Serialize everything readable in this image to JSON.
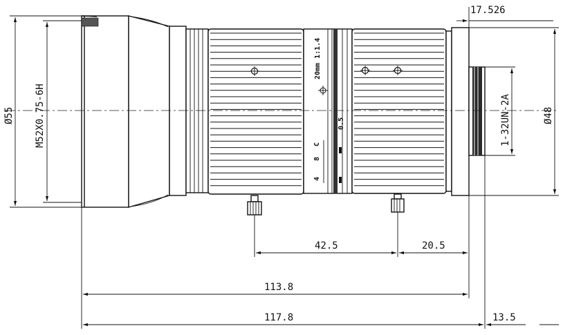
{
  "labels": {
    "body_diameter": "Ø55",
    "front_thread": "M52X0.75-6H",
    "top_dim": "17.526",
    "mount_diameter": "Ø48",
    "mount_thread": "1-32UN-2A",
    "lens_spec": "20mm 1:1.4",
    "focus_marks": [
      "4",
      "8",
      "C"
    ],
    "iris_mark": "0.5",
    "dim_screw_spacing": "42.5",
    "dim_screw_to_flange": "20.5",
    "dim_length_a": "113.8",
    "dim_length_b": "117.8",
    "dim_mount": "13.5"
  }
}
